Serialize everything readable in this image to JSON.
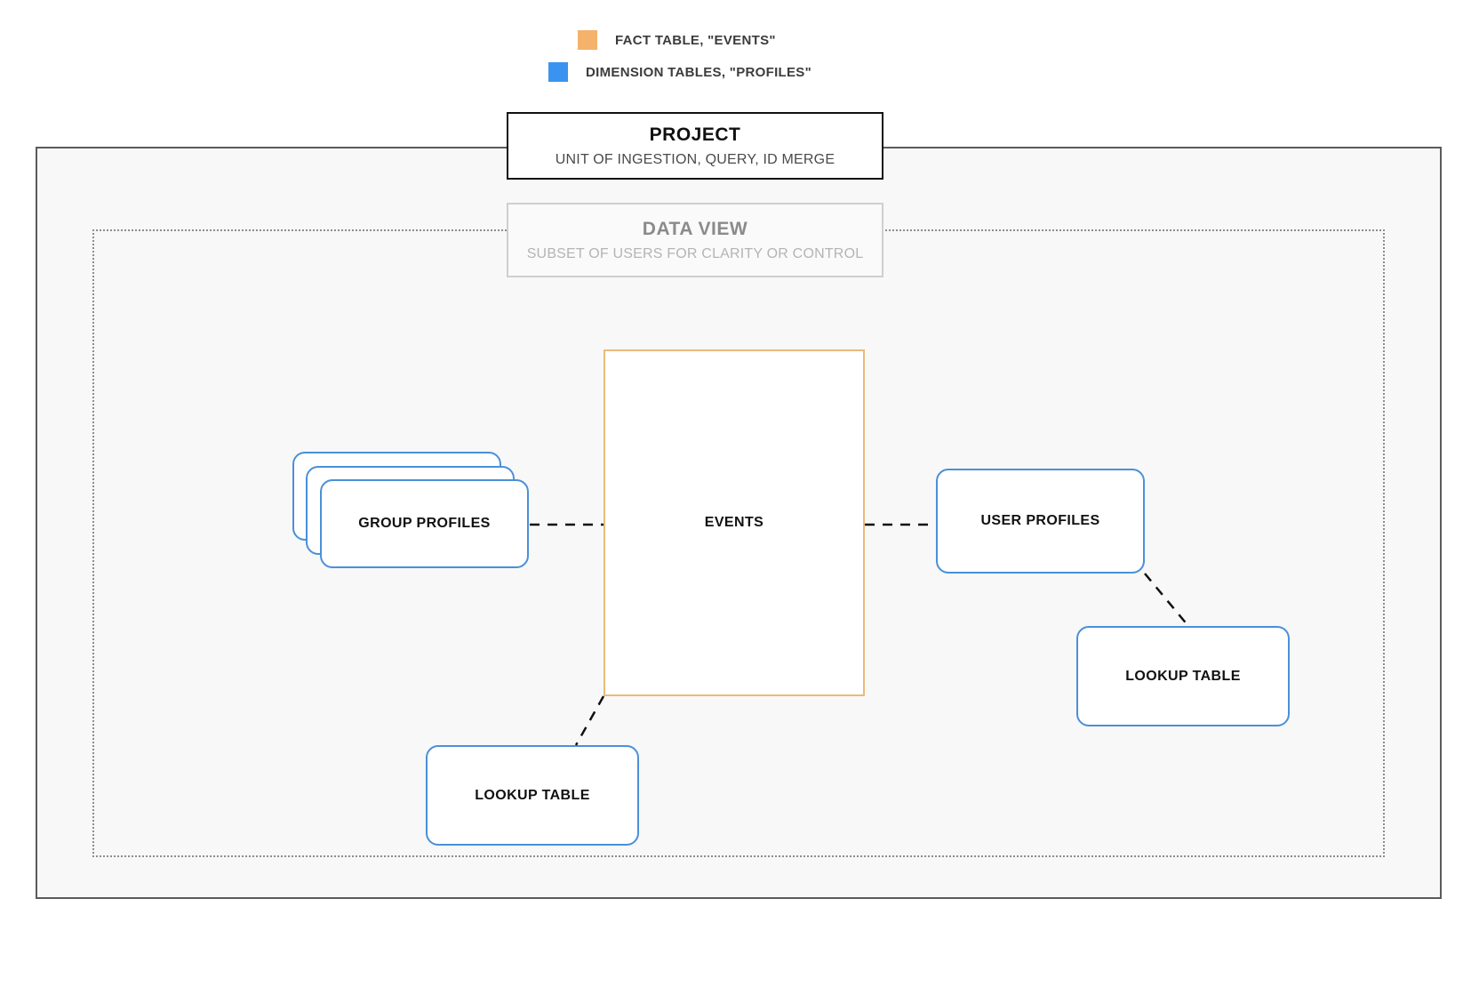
{
  "legend": {
    "items": [
      {
        "label": "FACT TABLE, \"EVENTS\"",
        "color": "#f4b26a",
        "icon": "square-swatch-icon"
      },
      {
        "label": "DIMENSION TABLES, \"PROFILES\"",
        "color": "#3a93f0",
        "icon": "square-swatch-icon"
      }
    ]
  },
  "project": {
    "title": "PROJECT",
    "subtitle": "UNIT OF INGESTION, QUERY, ID MERGE",
    "border_color": "#111111"
  },
  "data_view": {
    "title": "DATA VIEW",
    "subtitle": "SUBSET OF USERS FOR CLARITY OR CONTROL",
    "border_color": "#cfcfcf"
  },
  "nodes": {
    "events": {
      "label": "EVENTS",
      "type": "fact-table",
      "color": "#eaba78"
    },
    "group_profiles": {
      "label": "GROUP PROFILES",
      "type": "dimension-table-stack",
      "color": "#4a90d9",
      "stack_count": 3
    },
    "user_profiles": {
      "label": "USER PROFILES",
      "type": "dimension-table",
      "color": "#4a90d9"
    },
    "lookup_table_left": {
      "label": "LOOKUP TABLE",
      "type": "dimension-table",
      "color": "#4a90d9"
    },
    "lookup_table_right": {
      "label": "LOOKUP TABLE",
      "type": "dimension-table",
      "color": "#4a90d9"
    }
  },
  "connectors": [
    {
      "from": "group_profiles",
      "to": "events",
      "style": "dashed",
      "color": "#111111"
    },
    {
      "from": "events",
      "to": "user_profiles",
      "style": "dashed",
      "color": "#111111"
    },
    {
      "from": "events",
      "to": "lookup_table_left",
      "style": "dashed",
      "color": "#111111"
    },
    {
      "from": "user_profiles",
      "to": "lookup_table_right",
      "style": "dashed",
      "color": "#111111"
    }
  ]
}
